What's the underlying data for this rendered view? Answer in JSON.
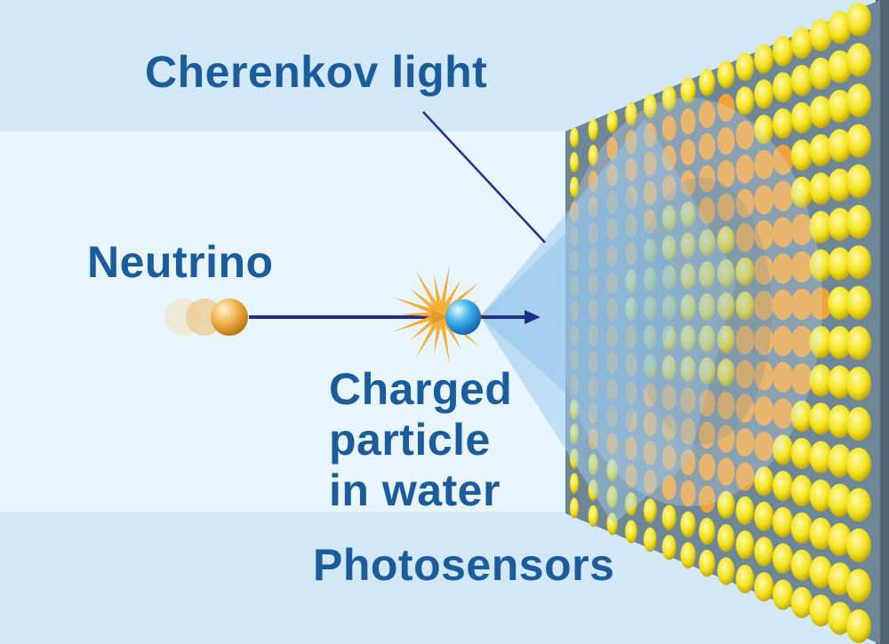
{
  "labels": {
    "cherenkov_light": "Cherenkov light",
    "neutrino": "Neutrino",
    "charged_particle_lines": [
      "Charged",
      "particle",
      "in water"
    ],
    "photosensors": "Photosensors"
  },
  "colors": {
    "label_text": "#1b5c9c",
    "arrow": "#1f2f8a",
    "sensor": "#f2e21c",
    "ring_sensor": "#f0a23a",
    "panel": "#6e8796",
    "neutrino": "#e7a23a",
    "charged_particle": "#1f9ad8",
    "flash": "#f6a51f"
  },
  "icons": {
    "neutrino": "neutrino-particle-icon",
    "charged_particle": "charged-particle-icon",
    "flash": "interaction-flash-icon"
  }
}
